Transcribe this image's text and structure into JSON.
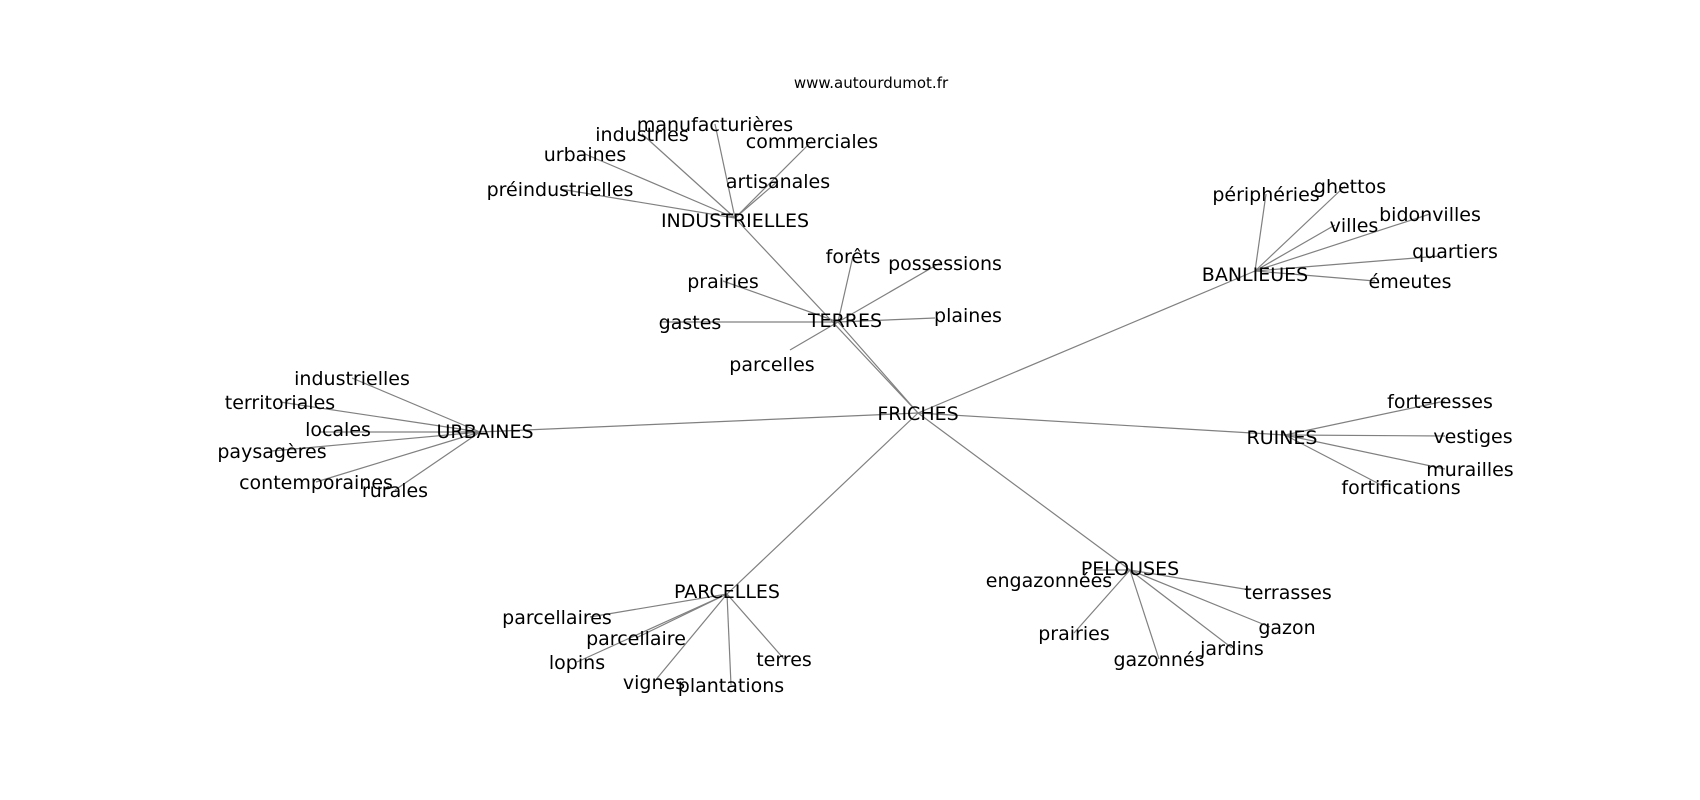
{
  "source_text": "www.autourdumot.fr",
  "graph": {
    "center": "FRICHES",
    "groups": [
      {
        "hub": "INDUSTRIELLES",
        "leaves": [
          "manufacturières",
          "industries",
          "urbaines",
          "commerciales",
          "artisanales",
          "préindustrielles"
        ]
      },
      {
        "hub": "TERRES",
        "leaves": [
          "forêts",
          "possessions",
          "prairies",
          "plaines",
          "gastes",
          "parcelles"
        ]
      },
      {
        "hub": "BANLIEUES",
        "leaves": [
          "périphéries",
          "ghettos",
          "bidonvilles",
          "villes",
          "quartiers",
          "émeutes"
        ]
      },
      {
        "hub": "URBAINES",
        "leaves": [
          "industrielles",
          "territoriales",
          "locales",
          "paysagères",
          "contemporaines",
          "rurales"
        ]
      },
      {
        "hub": "RUINES",
        "leaves": [
          "forteresses",
          "vestiges",
          "murailles",
          "fortifications"
        ]
      },
      {
        "hub": "PARCELLES",
        "leaves": [
          "parcellaires",
          "parcellaire",
          "lopins",
          "terres",
          "vignes",
          "plantations"
        ]
      },
      {
        "hub": "PELOUSES",
        "leaves": [
          "engazonnées",
          "terrasses",
          "prairies",
          "gazon",
          "jardins",
          "gazonnés"
        ]
      }
    ]
  }
}
